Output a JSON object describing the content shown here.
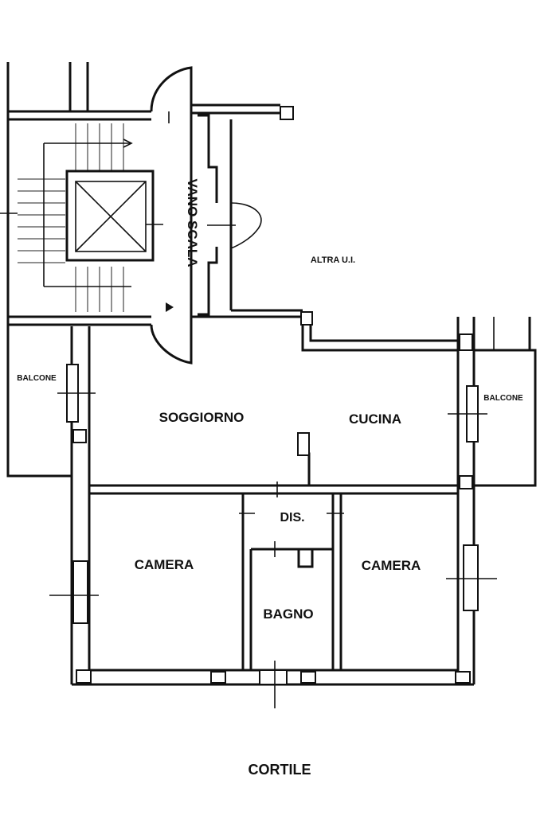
{
  "rooms": {
    "vano_scala": "VANO SCALA",
    "altra_ui": "ALTRA U.I.",
    "balcone_left": "BALCONE",
    "balcone_right": "BALCONE",
    "soggiorno": "SOGGIORNO",
    "cucina": "CUCINA",
    "dis": "DIS.",
    "camera_left": "CAMERA",
    "camera_right": "CAMERA",
    "bagno": "BAGNO"
  },
  "courtyard": "CORTILE"
}
